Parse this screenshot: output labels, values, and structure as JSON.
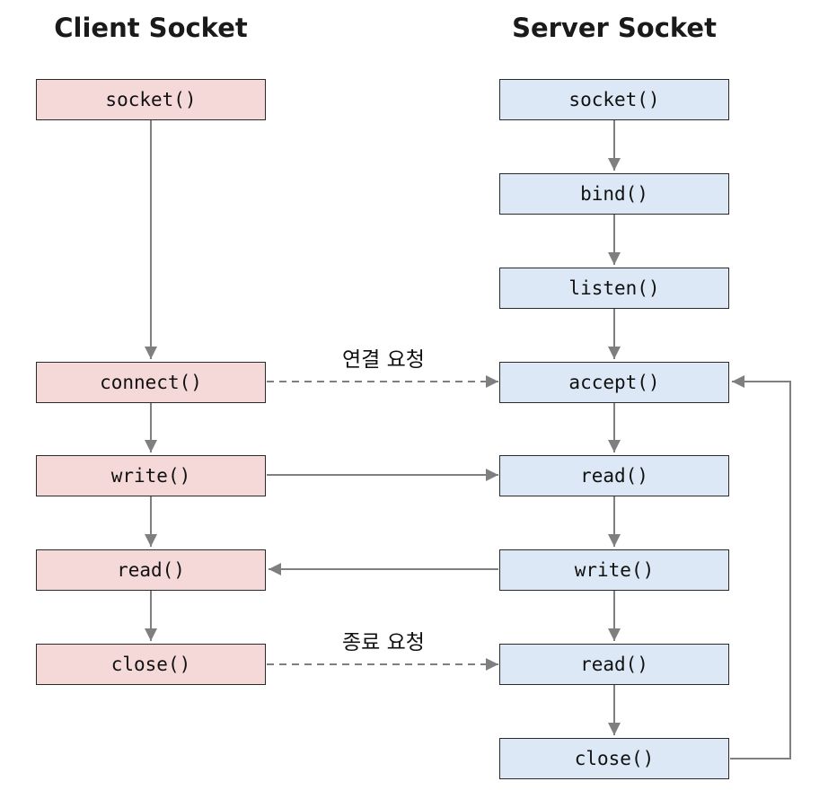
{
  "titles": {
    "client": "Client Socket",
    "server": "Server Socket"
  },
  "client": {
    "socket": "socket()",
    "connect": "connect()",
    "write": "write()",
    "read": "read()",
    "close": "close()"
  },
  "server": {
    "socket": "socket()",
    "bind": "bind()",
    "listen": "listen()",
    "accept": "accept()",
    "read1": "read()",
    "write": "write()",
    "read2": "read()",
    "close": "close()"
  },
  "labels": {
    "connect_request": "연결 요청",
    "close_request": "종료 요청"
  },
  "colors": {
    "client_fill": "#f5d9d9",
    "server_fill": "#dce8f5",
    "arrow": "#7f7f7f",
    "border": "#2a2a2a"
  }
}
